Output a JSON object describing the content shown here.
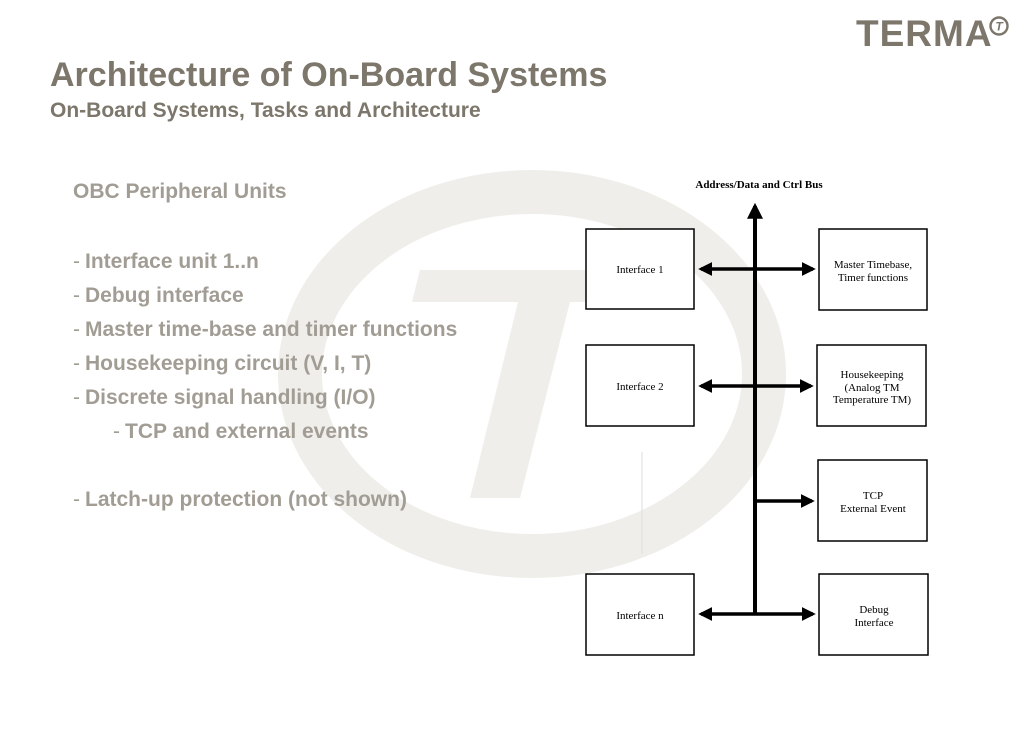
{
  "logo": {
    "text": "TERMA",
    "mark": "T"
  },
  "title": "Architecture of On-Board Systems",
  "subtitle": "On-Board Systems, Tasks and Architecture",
  "section_heading": "OBC Peripheral Units",
  "bullets": [
    {
      "dash": "-",
      "text": "Interface unit 1..n"
    },
    {
      "dash": "-",
      "text": "Debug interface"
    },
    {
      "dash": "-",
      "text": "Master time-base and timer functions"
    },
    {
      "dash": "-",
      "text": "Housekeeping circuit (V, I, T)"
    },
    {
      "dash": "-",
      "text": "Discrete signal handling (I/O)"
    },
    {
      "dash": "-",
      "text": "TCP and external events"
    },
    {
      "dash": "-",
      "text": "Latch-up protection (not shown)"
    }
  ],
  "diagram": {
    "bus_label": "Address/Data and Ctrl Bus",
    "left_boxes": [
      {
        "lines": [
          "Interface 1"
        ]
      },
      {
        "lines": [
          "Interface 2"
        ]
      },
      {
        "lines": [
          "Interface n"
        ]
      }
    ],
    "right_boxes": [
      {
        "lines": [
          "Master Timebase,",
          "Timer functions"
        ]
      },
      {
        "lines": [
          "Housekeeping",
          "(Analog TM",
          "Temperature TM)"
        ]
      },
      {
        "lines": [
          "TCP",
          "External Event"
        ]
      },
      {
        "lines": [
          "Debug",
          "Interface"
        ]
      }
    ]
  },
  "colors": {
    "title": "#7c766b",
    "body_text": "#a29d94",
    "watermark": "#efeeea"
  }
}
